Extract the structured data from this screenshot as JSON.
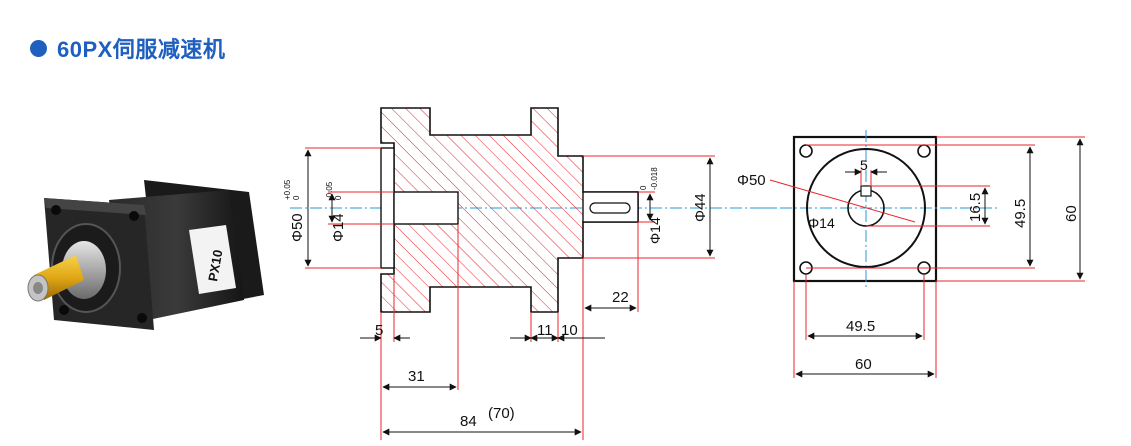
{
  "header": {
    "title": "60PX伺服减速机"
  },
  "photo": {
    "model_label": "PX10"
  },
  "side_view": {
    "phi50_tol": "Φ50",
    "phi50_tol_up": "+0.05",
    "phi50_tol_low": "0",
    "phi14_in": "Φ14",
    "phi14_in_up": "-0.05",
    "phi14_in_low": "0",
    "phi14_out": "Φ14",
    "phi14_out_up": "0",
    "phi14_out_low": "-0.018",
    "phi44": "Φ44",
    "dim_5": "5",
    "dim_31": "31",
    "dim_84": "84",
    "dim_70": "(70)",
    "dim_11": "11",
    "dim_10": "10",
    "dim_22": "22"
  },
  "front_view": {
    "phi50": "Φ50",
    "phi14": "Φ14",
    "dim_5": "5",
    "dim_16_5": "16.5",
    "dim_49_5_v": "49.5",
    "dim_60_v": "60",
    "dim_49_5_h": "49.5",
    "dim_60_h": "60"
  },
  "colors": {
    "accent": "#1f5fbf",
    "dim_red": "#e8242b",
    "center_blue": "#2a9bd6"
  }
}
